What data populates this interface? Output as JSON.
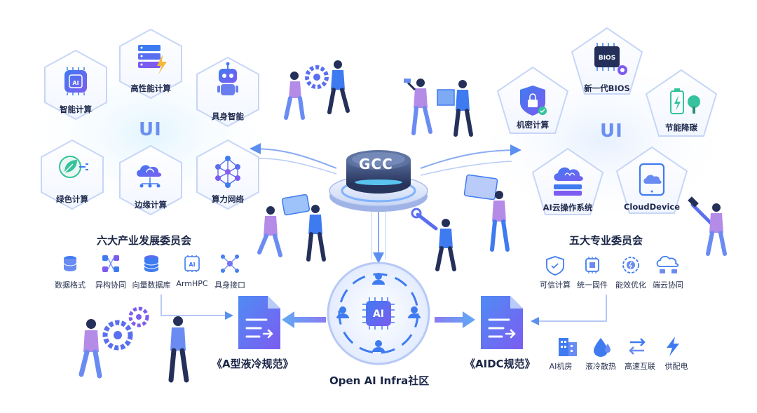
{
  "hub": {
    "label": "GCC"
  },
  "community": {
    "title": "Open AI Infra社区",
    "chip_label": "AI"
  },
  "left_cluster": {
    "ui_tag": "UI",
    "title": "六大产业发展委员会",
    "items": [
      {
        "label": "智能计算",
        "icon": "ai-chip-icon"
      },
      {
        "label": "高性能计算",
        "icon": "server-bolt-icon"
      },
      {
        "label": "具身智能",
        "icon": "robot-icon"
      },
      {
        "label": "绿色计算",
        "icon": "leaf-plug-icon"
      },
      {
        "label": "边缘计算",
        "icon": "cloud-network-icon"
      },
      {
        "label": "算力网络",
        "icon": "network-icon"
      }
    ],
    "features": [
      {
        "label": "数据格式",
        "icon": "database-icon"
      },
      {
        "label": "异构协同",
        "icon": "hetero-nodes-icon"
      },
      {
        "label": "向量数据库",
        "icon": "vector-db-icon"
      },
      {
        "label": "ArmHPC",
        "icon": "arm-chip-icon",
        "chip_text": "AI"
      },
      {
        "label": "具身接口",
        "icon": "interface-icon"
      }
    ]
  },
  "right_cluster": {
    "ui_tag": "UI",
    "title": "五大专业委员会",
    "items": [
      {
        "label": "新一代BIOS",
        "icon": "bios-chip-icon",
        "chip_text": "BIOS"
      },
      {
        "label": "机密计算",
        "icon": "shield-lock-icon"
      },
      {
        "label": "节能降碳",
        "icon": "battery-tree-icon"
      },
      {
        "label": "AI云操作系统",
        "icon": "cloud-brain-icon"
      },
      {
        "label": "CloudDevice",
        "icon": "tablet-cloud-icon"
      }
    ],
    "features": [
      {
        "label": "可信计算",
        "icon": "trust-shield-icon"
      },
      {
        "label": "统一固件",
        "icon": "firmware-chip-icon"
      },
      {
        "label": "能效优化",
        "icon": "efficiency-icon"
      },
      {
        "label": "端云协同",
        "icon": "edge-cloud-icon"
      }
    ]
  },
  "documents": [
    {
      "title": "《A型液冷规范》",
      "icon": "document-icon"
    },
    {
      "title": "《AIDC规范》",
      "icon": "document-icon"
    }
  ],
  "infra_items": [
    {
      "label": "AI机房",
      "icon": "building-icon"
    },
    {
      "label": "液冷散热",
      "icon": "liquid-drop-icon"
    },
    {
      "label": "高速互联",
      "icon": "exchange-arrows-icon"
    },
    {
      "label": "供配电",
      "icon": "lightning-icon"
    }
  ],
  "colors": {
    "primary_blue": "#3f6fe8",
    "purple": "#8a5cf0",
    "teal": "#33c7b0",
    "navy": "#1e2a4a",
    "light_blue": "#e6efff"
  }
}
